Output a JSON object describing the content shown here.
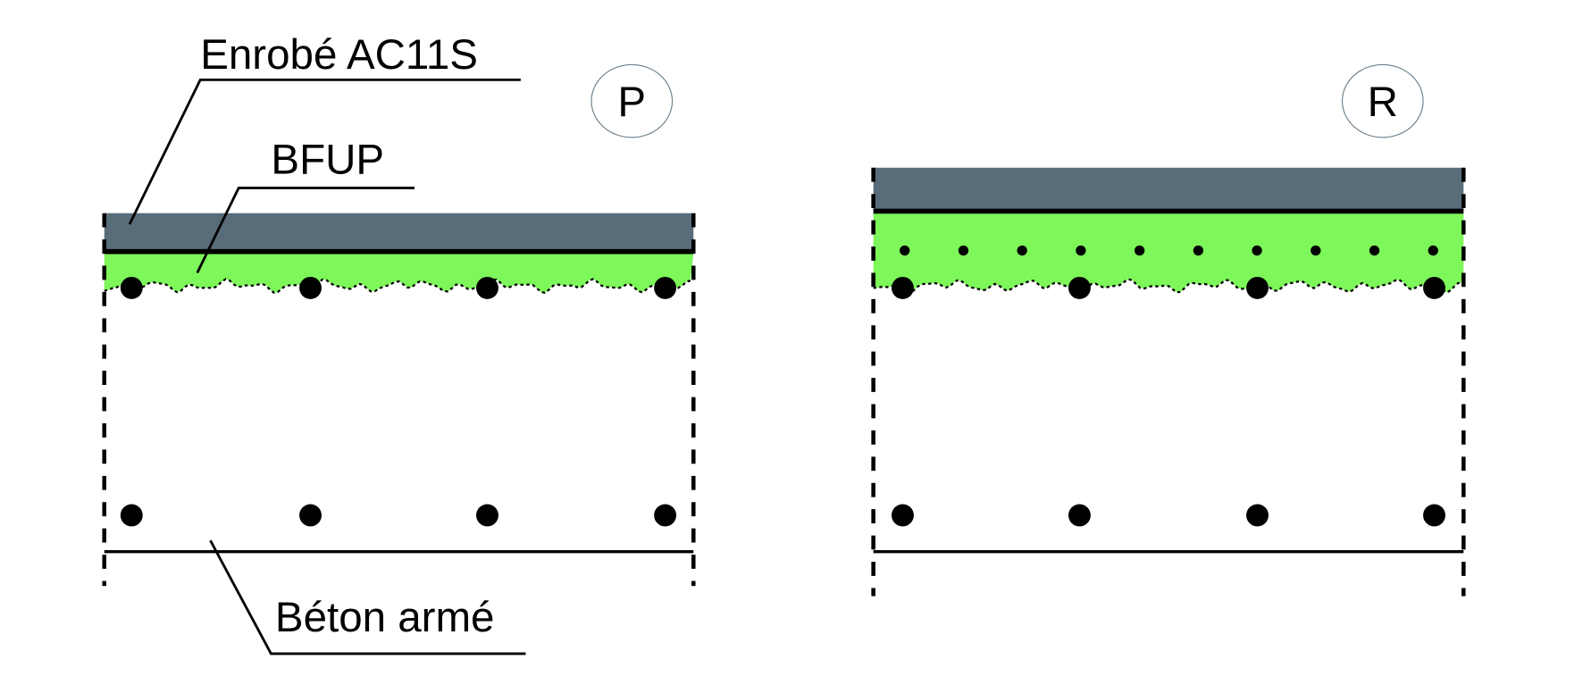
{
  "labels": {
    "asphalt": "Enrobé AC11S",
    "uhpfrc": "BFUP",
    "concrete": "Béton armé"
  },
  "panels": {
    "left": {
      "tag": "P"
    },
    "right": {
      "tag": "R"
    }
  },
  "colors": {
    "asphalt": "#586c79",
    "uhpfrc": "#7ef75a",
    "line": "#000000",
    "tag_circle": "#6b7f8a"
  }
}
